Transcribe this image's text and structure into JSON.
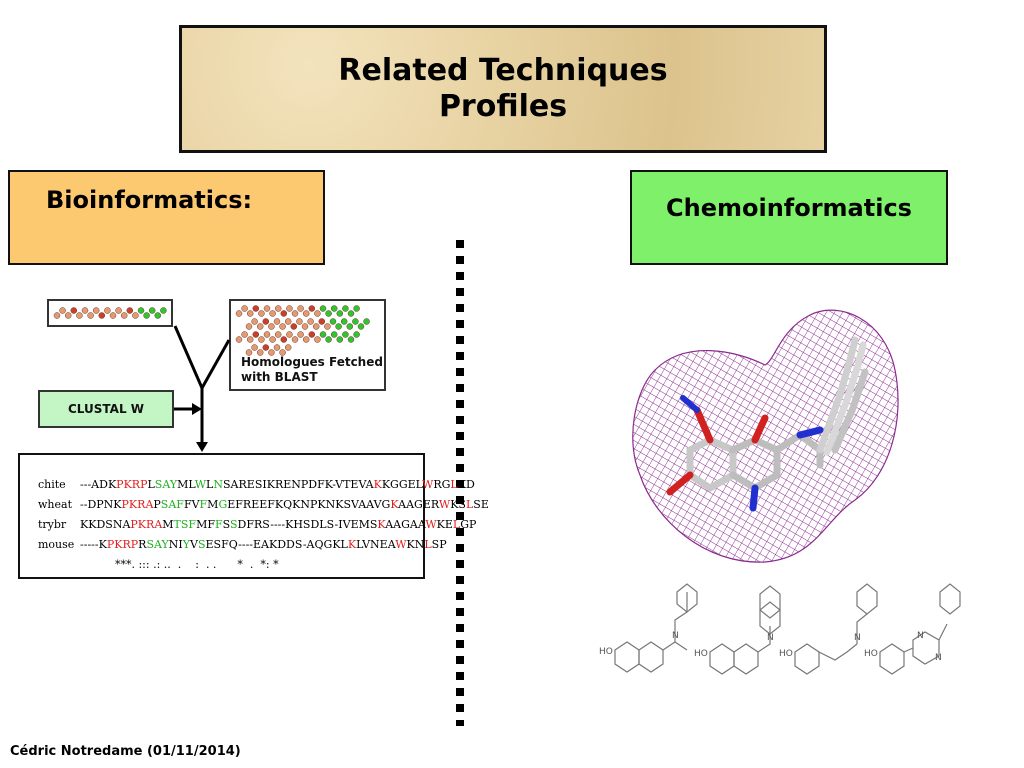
{
  "title": {
    "line1": "Related Techniques",
    "line2": "Profiles"
  },
  "bioinformatics": {
    "label": "Bioinformatics:"
  },
  "chemoinformatics": {
    "label": "Chemoinformatics"
  },
  "homologues": {
    "line1": "Homologues Fetched",
    "line2": "with BLAST"
  },
  "clustal": {
    "label": "CLUSTAL W"
  },
  "alignment": {
    "rows": [
      {
        "name": "chite",
        "seq": "---ADKPKRPLSAYMLWLNSARESIKRENPDFK-VTEVAKKGGELWRGLKD"
      },
      {
        "name": "wheat",
        "seq": "--DPNKPKRAPSAFFVFMGEFREEFKQKNPKNKSVAAVGKAAGERWKSLSE"
      },
      {
        "name": "trybr",
        "seq": "KKDSNAPKRAMTSFMFFSSDFRS----KHSDLS-IVEMSKAAGAAWKELGP"
      },
      {
        "name": "mouse",
        "seq": "-----KPKRPRSAYNIYVSESFQ----EAKDDS-AQGKLKLVNEAWKNLSP"
      },
      {
        "name": "",
        "seq": "          ***. ::: .: ..  .    :  . .      *  .  *: *"
      }
    ]
  },
  "molecules": {
    "labels": [
      "HO",
      "HO",
      "HO",
      "HO"
    ],
    "atoms": [
      "N",
      "N",
      "N",
      "N",
      "N"
    ]
  },
  "footer": {
    "text": "Cédric Notredame (01/11/2014)"
  },
  "colors": {
    "title_bg": "#e8d3a3",
    "bio_bg": "#fcc870",
    "chem_bg": "#7ef06a",
    "clustal_bg": "#c4f5c4",
    "mesh": "#8b2a8f",
    "residue_red": "#e02020",
    "residue_green": "#20b020"
  }
}
